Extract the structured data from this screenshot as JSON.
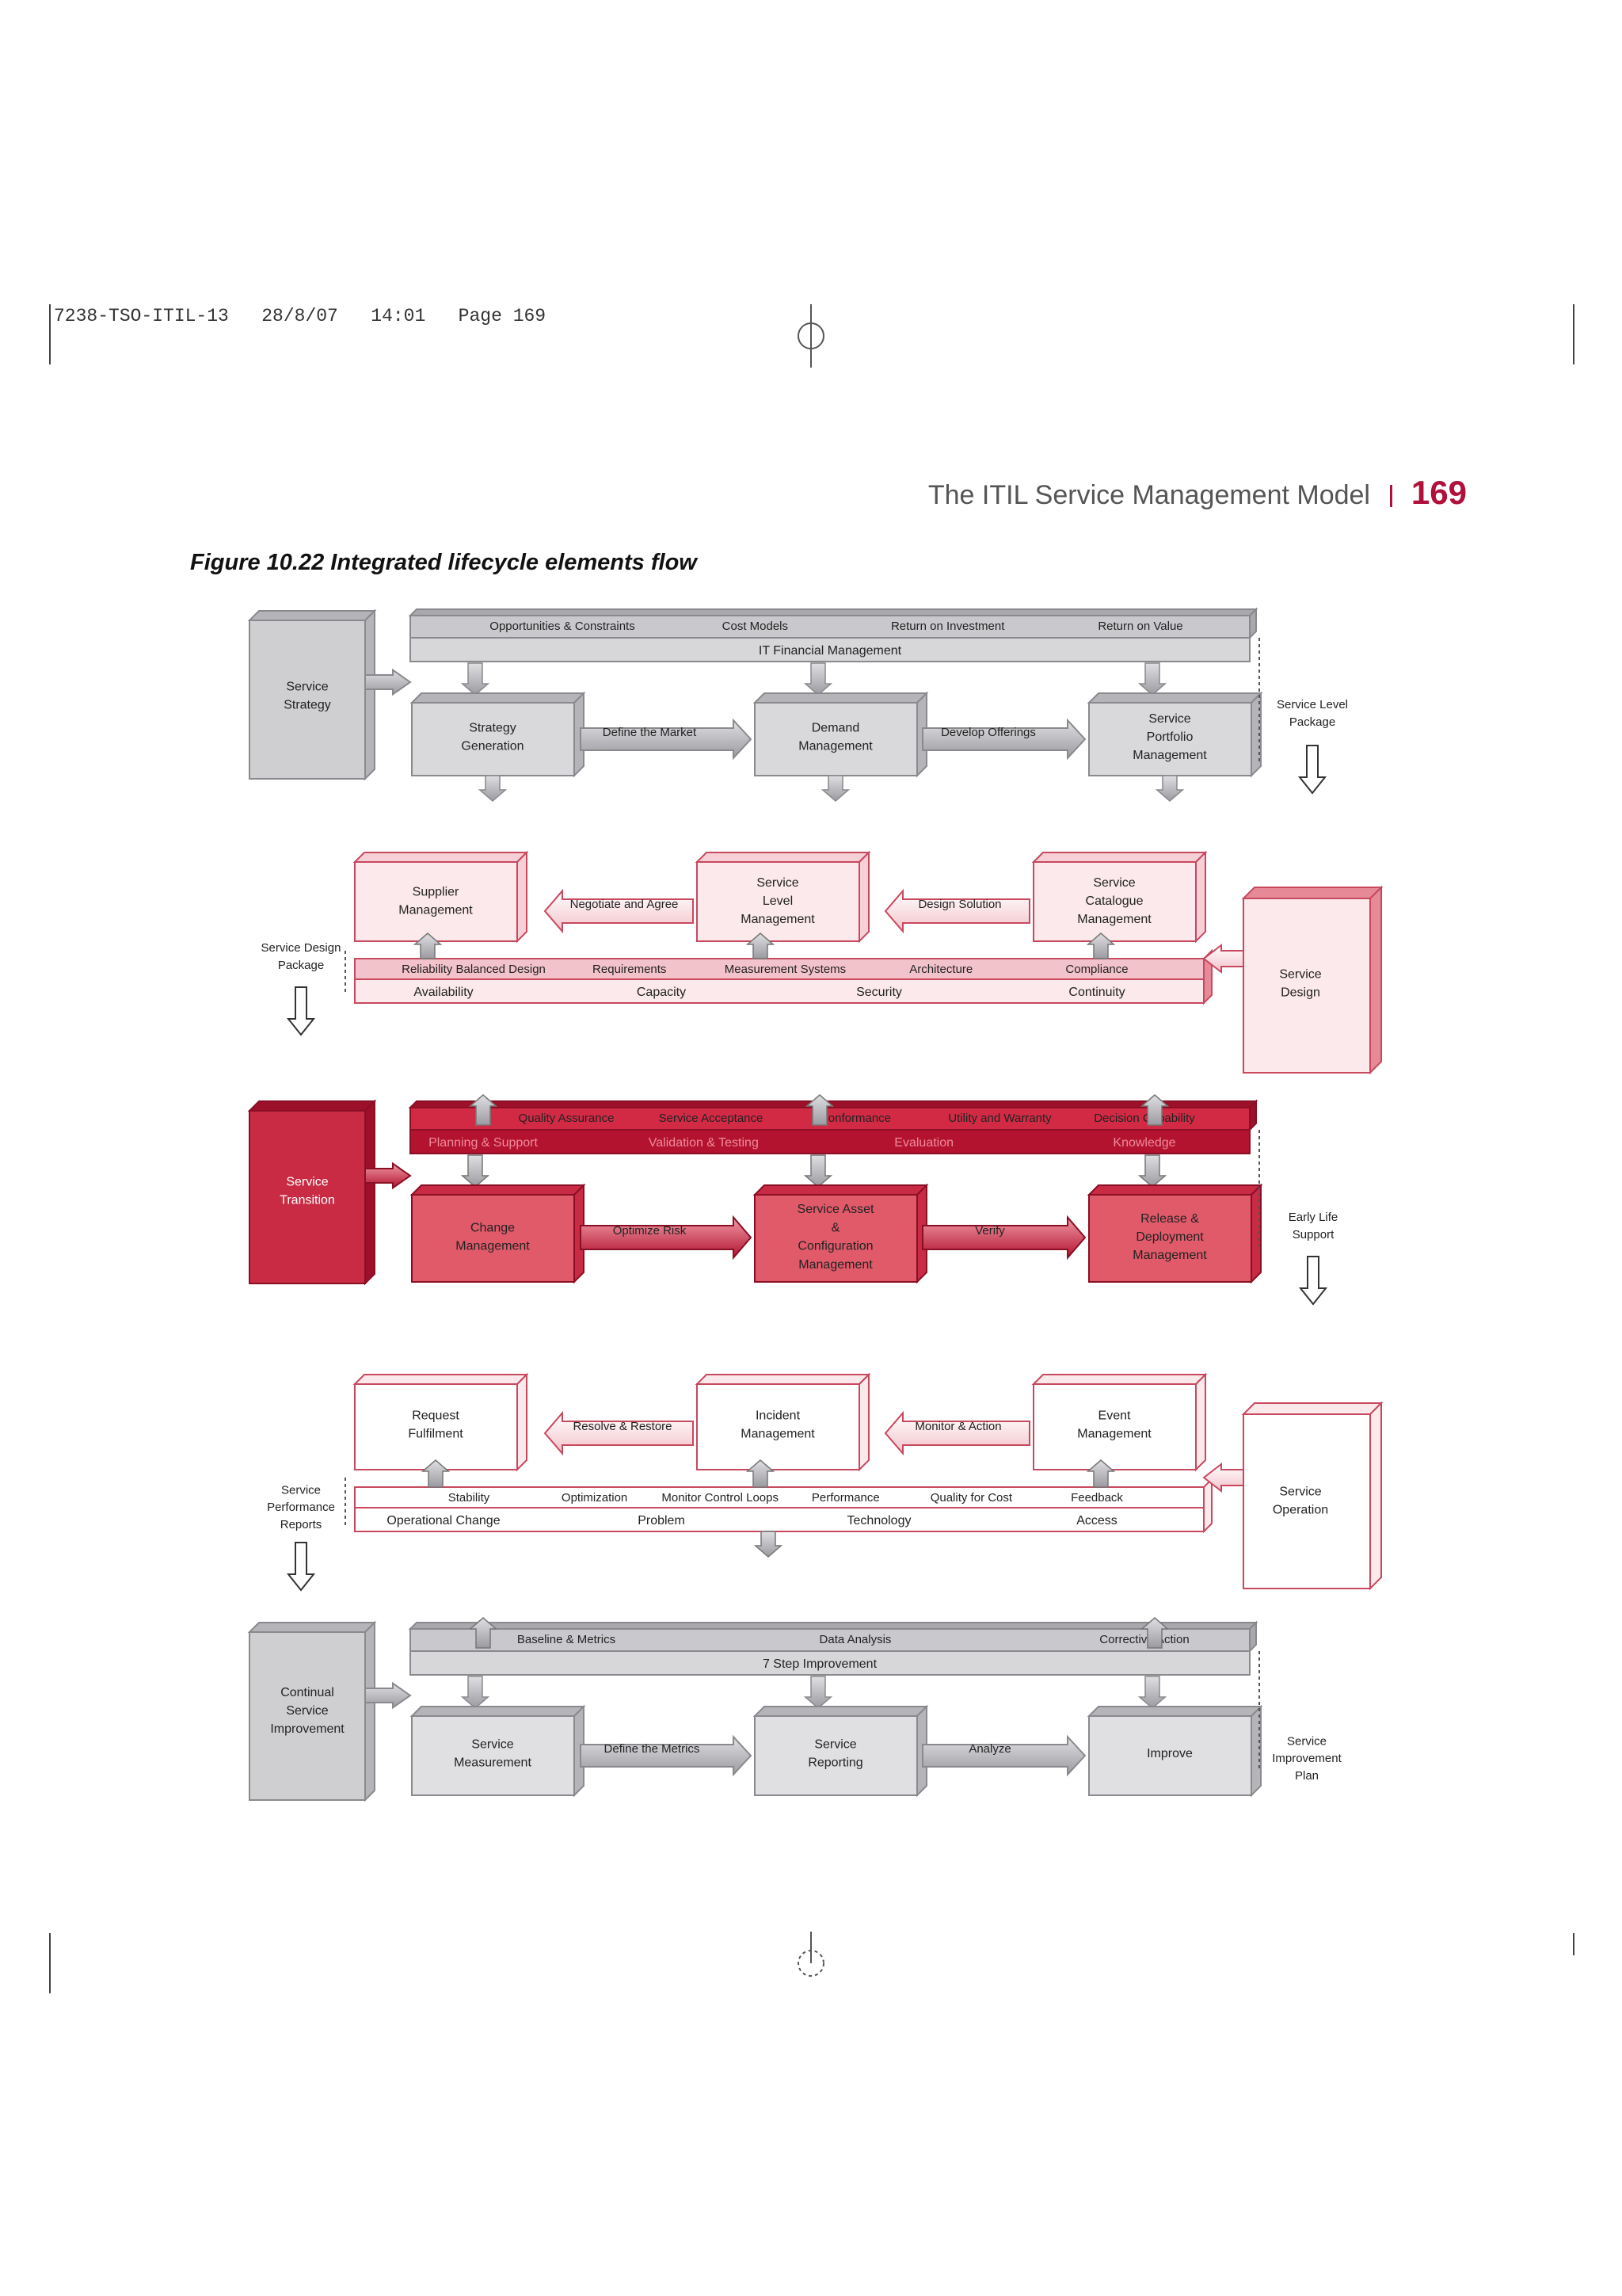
{
  "slug": "7238-TSO-ITIL-13   28/8/07   14:01   Page 169",
  "header": {
    "running_title": "The ITIL Service Management Model",
    "page_number": "169"
  },
  "figure": {
    "title": "Figure 10.22 Integrated lifecycle elements flow"
  },
  "colors": {
    "strategy_fill": "#cfcfd2",
    "strategy_stroke": "#8a8a8e",
    "design_fill": "#fbe9eb",
    "design_stroke": "#c8485e",
    "transition_fill": "#e05a6a",
    "transition_dark": "#b3132f",
    "operation_fill": "#ffffff",
    "operation_stroke": "#c8485e"
  },
  "rows": [
    {
      "stage": "Service Strategy",
      "band_top": [
        "Opportunities & Constraints",
        "Cost Models",
        "Return on Investment",
        "Return on Value"
      ],
      "band_main": "IT Financial Management",
      "processes": [
        "Strategy Generation",
        "Demand Management",
        "Service Portfolio Management"
      ],
      "links": [
        "Define the Market",
        "Develop Offerings"
      ],
      "output": "Service Level Package"
    },
    {
      "stage": "Service Design",
      "processes": [
        "Supplier Management",
        "Service Level Management",
        "Service Catalogue Management"
      ],
      "links": [
        "Negotiate and Agree",
        "Design Solution"
      ],
      "band_top": [
        "Reliability Balanced Design",
        "Requirements",
        "Measurement Systems",
        "Architecture",
        "Compliance"
      ],
      "band_main": [
        "Availability",
        "Capacity",
        "Security",
        "Continuity"
      ],
      "output": "Service Design Package"
    },
    {
      "stage": "Service Transition",
      "band_top": [
        "Quality Assurance",
        "Service Acceptance",
        "Conformance",
        "Utility and Warranty",
        "Decision Capability"
      ],
      "band_main": [
        "Planning & Support",
        "Validation & Testing",
        "Evaluation",
        "Knowledge"
      ],
      "processes": [
        "Change Management",
        "Service Asset & Configuration Management",
        "Release & Deployment Management"
      ],
      "links": [
        "Optimize Risk",
        "Verify"
      ],
      "output": "Early Life Support"
    },
    {
      "stage": "Service Operation",
      "processes": [
        "Request Fulfilment",
        "Incident Management",
        "Event Management"
      ],
      "links": [
        "Resolve & Restore",
        "Monitor & Action"
      ],
      "band_top": [
        "Stability",
        "Optimization",
        "Monitor Control Loops",
        "Performance",
        "Quality for Cost",
        "Feedback"
      ],
      "band_main": [
        "Operational Change",
        "Problem",
        "Technology",
        "Access"
      ],
      "output": "Service Performance Reports"
    },
    {
      "stage": "Continual Service Improvement",
      "band_top": [
        "Baseline & Metrics",
        "Data Analysis",
        "Corrective Action"
      ],
      "band_main": "7 Step Improvement",
      "processes": [
        "Service Measurement",
        "Service Reporting",
        "Improve"
      ],
      "links": [
        "Define the Metrics",
        "Analyze"
      ],
      "output": "Service Improvement Plan"
    }
  ]
}
